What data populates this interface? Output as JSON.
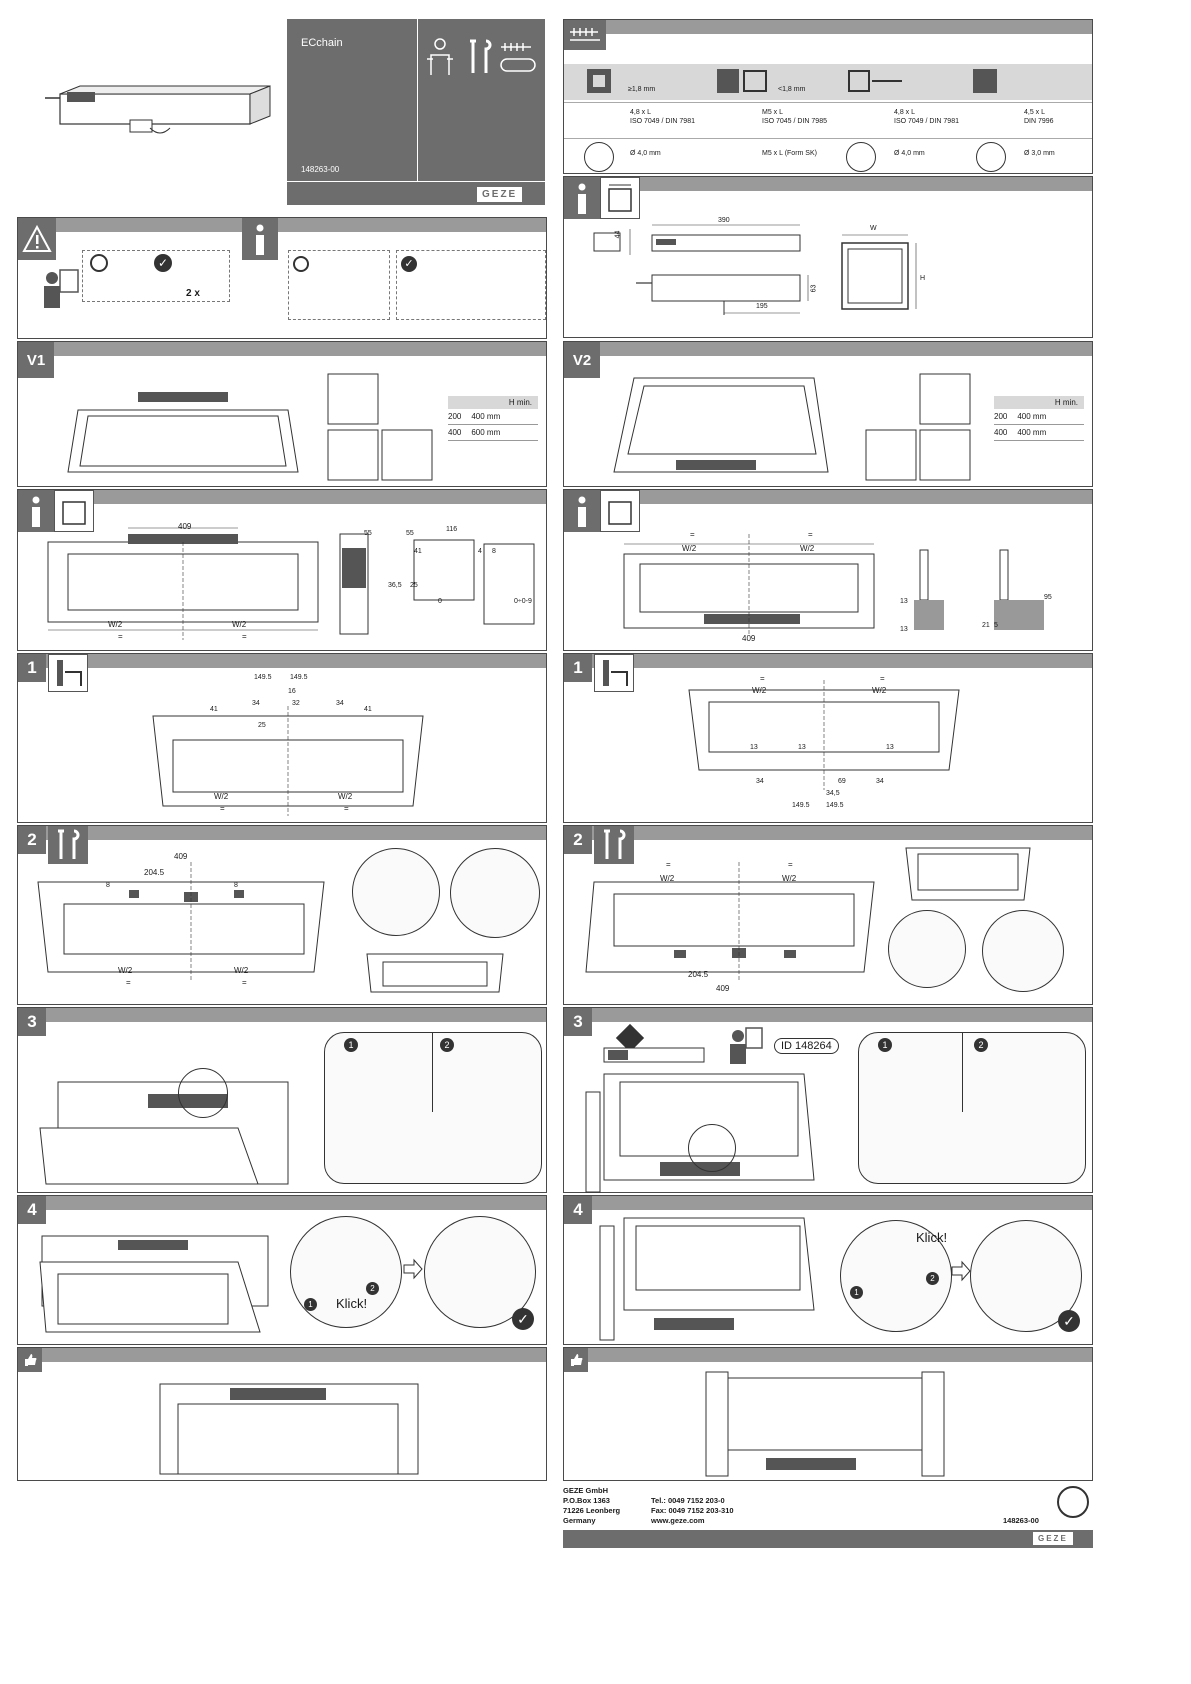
{
  "cover": {
    "product_name": "ECchain",
    "doc_number": "148263-00",
    "brand": "GEZE"
  },
  "fastener_table": {
    "gap_min": "≥1,8 mm",
    "gap_max": "<1,8 mm",
    "screws": [
      {
        "size": "4,8 x L",
        "norm": "ISO 7049 / DIN 7981",
        "drill": "Ø 4,0 mm"
      },
      {
        "size": "M5 x L",
        "norm": "ISO 7045 / DIN 7985",
        "drill": "M5 x L (Form SK)"
      },
      {
        "size": "4,8 x L",
        "norm": "ISO 7049 / DIN 7981",
        "drill": "Ø 4,0 mm"
      },
      {
        "size": "4,5 x L",
        "norm": "DIN 7996",
        "drill": "Ø 3,0 mm"
      }
    ]
  },
  "dimensions_info": {
    "height_44": "44",
    "length_390": "390",
    "depth_63": "63",
    "offset_195": "195",
    "w_label": "W",
    "h_label": "H"
  },
  "warning_panel": {
    "multiplier": "2 x"
  },
  "v1": {
    "label": "V1",
    "hmin_header": "H min.",
    "rows": [
      {
        "stroke": "200",
        "hmin": "400 mm"
      },
      {
        "stroke": "400",
        "hmin": "600 mm"
      }
    ]
  },
  "v2": {
    "label": "V2",
    "hmin_header": "H min.",
    "rows": [
      {
        "stroke": "200",
        "hmin": "400 mm"
      },
      {
        "stroke": "400",
        "hmin": "400 mm"
      }
    ]
  },
  "v1_info": {
    "d409": "409",
    "w2": "W/2",
    "eq": "=",
    "d55": "55",
    "d116": "116",
    "d41": "41",
    "d4": "4",
    "d8": "8",
    "d36_5": "36,5",
    "d25": "25",
    "d0": "0",
    "d0_9": "0÷0-9"
  },
  "v2_info": {
    "d409": "409",
    "w2": "W/2",
    "eq": "=",
    "d13": "13",
    "d95": "95",
    "d21": "21",
    "d5": "5"
  },
  "v1_step1": {
    "num": "1",
    "d149_5": "149.5",
    "d16": "16",
    "d32": "32",
    "d34": "34",
    "d41": "41",
    "d25": "25",
    "w2": "W/2",
    "eq": "="
  },
  "v2_step1": {
    "num": "1",
    "d149_5": "149.5",
    "d69": "69",
    "d34_5": "34,5",
    "d34": "34",
    "d13": "13",
    "w2": "W/2",
    "eq": "="
  },
  "v1_step2": {
    "num": "2",
    "d409": "409",
    "d204_5": "204.5",
    "d8": "8",
    "w2": "W/2",
    "eq": "="
  },
  "v2_step2": {
    "num": "2",
    "d409": "409",
    "d204_5": "204.5",
    "w2": "W/2",
    "eq": "="
  },
  "v1_step3": {
    "num": "3",
    "sub1": "1",
    "sub2": "2"
  },
  "v2_step3": {
    "num": "3",
    "sub1": "1",
    "sub2": "2",
    "doc_ref": "ID 148264"
  },
  "v1_step4": {
    "num": "4",
    "klick": "Klick!",
    "sub1": "1",
    "sub2": "2"
  },
  "v2_step4": {
    "num": "4",
    "klick": "Klick!",
    "sub1": "1",
    "sub2": "2"
  },
  "footer": {
    "company": "GEZE GmbH",
    "pobox": "P.O.Box 1363",
    "city": "71226 Leonberg",
    "country": "Germany",
    "tel": "Tel.: 0049 7152 203-0",
    "fax": "Fax: 0049 7152 203-310",
    "web": "www.geze.com",
    "doc_number": "148263-00",
    "brand": "GEZE"
  },
  "colors": {
    "panel_gray": "#6d6d6d",
    "bar_gray": "#9a9a9a",
    "line": "#333333"
  }
}
